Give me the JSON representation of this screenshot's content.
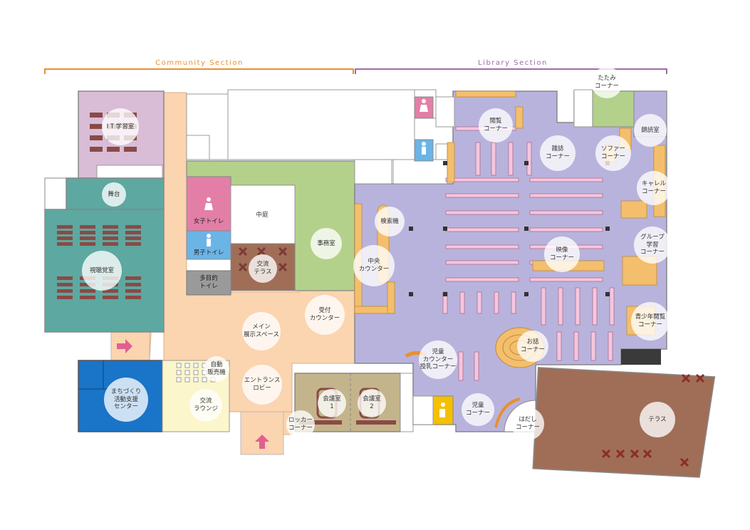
{
  "sections": {
    "community": "Community Section",
    "library": "Library Section"
  },
  "colors": {
    "community": "#e8902f",
    "library": "#a06aa8",
    "library_floor": "#b8b3dc",
    "peach": "#fbd4b0",
    "teal": "#5da8a0",
    "lilac": "#d9bcd6",
    "green": "#b3d18a",
    "brown": "#a06e57",
    "olive": "#c4b48c",
    "blue": "#1a74c8",
    "cream": "#fbf6cc",
    "gray": "#9a9a9a",
    "pink_wc": "#e37fa7",
    "blue_wc": "#6bb4e6"
  },
  "rooms": {
    "it_room": "I T 学習室",
    "stage": "舞台",
    "av_hall": "視聴覚室",
    "womens_wc": "女子トイレ",
    "mens_wc": "男子トイレ",
    "multi_wc": "多目的\nトイレ",
    "courtyard": "中庭",
    "exchange_terrace": "交流\nテラス",
    "office": "事務室",
    "reception": "受付\nカウンター",
    "main_exhibit": "メイン\n展示スペース",
    "vending": "自動\n販売機",
    "entrance": "エントランス\nロビー",
    "machizukuri": "まちづくり\n活動支援\nセンター",
    "lounge": "交流\nラウンジ",
    "meeting1": "会議室\n1",
    "meeting2": "会議室\n2",
    "locker": "ロッカー\nコーナー",
    "search": "検索機",
    "central_counter": "中央\nカウンター",
    "kids_counter": "児童\nカウンター\n授乳コーナー",
    "kids_corner": "児童\nコーナー",
    "barefoot": "はだし\nコーナー",
    "story": "お話\nコーナー",
    "browsing": "閲覧\nコーナー",
    "magazine": "雑誌\nコーナー",
    "sofa": "ソファー\nコーナー",
    "tatami": "たたみ\nコーナー",
    "reading_room": "朗読室",
    "carrel": "キャレル\nコーナー",
    "group_study": "グループ\n学習\nコーナー",
    "video": "映像\nコーナー",
    "youth": "青少年閲覧\nコーナー",
    "terrace": "テラス"
  }
}
